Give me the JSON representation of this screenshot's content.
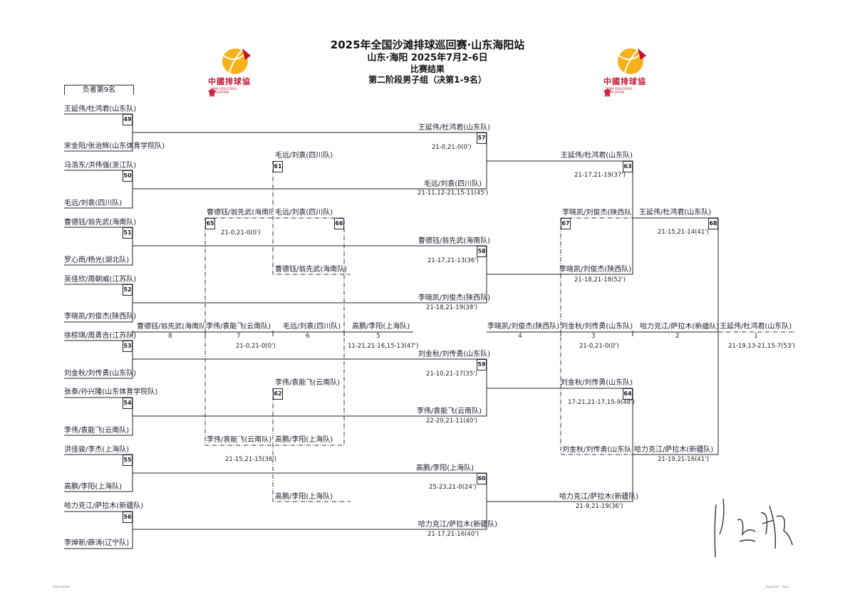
{
  "header": {
    "title": "2025年全国沙滩排球巡回赛·山东海阳站",
    "subtitle": "山东·海阳    2025年7月2-6日",
    "results": "比赛结果",
    "stage": "第二阶段男子组（决第1-9名）"
  },
  "logo": {
    "text": "中國排球協會",
    "sub": "CHINA VOLLEYBALL ASSOCIATION"
  },
  "bracket_label": "负者第9名",
  "round1": {
    "t49a": "王延伟/杜鸿君(山东队)",
    "t49b": "宋金阳/张治辉(山东体育学院队)",
    "t50a": "马浩东/洪伟强(浙江队)",
    "t50b": "毛远/刘袁(四川队)",
    "t51a": "曹德钰/翁先武(海南队)",
    "t51b": "罗心雨/杨光(湖北队)",
    "t52a": "吴佳欣/周朝威(江苏队)",
    "t52b": "李晓凯/刘俊杰(陕西队)",
    "t53a": "徐棕琪/周勇吉(江苏队)",
    "t53b": "刘金秋/刘传勇(山东队)",
    "t54a": "张泰/孙兴隆(山东体育学院队)",
    "t54b": "李伟/袁能飞(云南队)",
    "t55a": "洪佳骏/李杰(上海队)",
    "t55b": "高鹏/李阳(上海队)",
    "t56a": "哈力克江/萨拉木(新疆队)",
    "t56b": "李焯新/薛涛(辽宁队)"
  },
  "matches": {
    "m49": "49",
    "m50": "50",
    "m51": "51",
    "m52": "52",
    "m53": "53",
    "m54": "54",
    "m55": "55",
    "m56": "56",
    "m57": "57",
    "m58": "58",
    "m59": "59",
    "m60": "60",
    "m61": "61",
    "m62": "62",
    "m63": "63",
    "m64": "64",
    "m65": "65",
    "m66": "66",
    "m67": "67",
    "m68": "68"
  },
  "round2": {
    "w57": "王延伟/杜鸿君(山东队)",
    "s57": "21-0,21-0(0')",
    "w50": "毛远/刘袁(四川队)",
    "s50": "21-11,12-21,15-11(45')",
    "w58": "曹德钰/翁先武(海南队)",
    "s58": "21-17,21-13(36')",
    "w52": "李晓凯/刘俊杰(陕西队)",
    "s52": "21-18,21-19(38')",
    "w59": "刘金秋/刘传勇(山东队)",
    "s59": "21-10,21-17(35')",
    "w54": "李伟/袁能飞(云南队)",
    "s54": "22-20,21-11(40')",
    "w60": "高鹏/李阳(上海队)",
    "s60": "25-23,21-0(24')",
    "w56": "哈力克江/萨拉木(新疆队)",
    "s56": "21-17,21-16(40')"
  },
  "losers": {
    "l61a": "毛远/刘袁(四川队)",
    "l61b": "曹德钰/翁先武(海南队)",
    "l62a": "李伟/袁能飞(云南队)",
    "l62b": "高鹏/李阳(上海队)",
    "l65a": "曹德钰/翁先武(海南队)",
    "s65": "21-0,21-0(0')",
    "l66a": "毛远/刘袁(四川队)",
    "l65b": "李伟/袁能飞(云南队)",
    "l66b": "高鹏/李阳(上海队)",
    "s65b": "21-15,21-15(36')"
  },
  "winners": {
    "w63": "王延伟/杜鸿君(山东队)",
    "s63": "21-17,21-19(37')",
    "w67a": "李晓凯/刘俊杰(陕西队)",
    "w67b": "李晓凯/刘俊杰(陕西队)",
    "s67": "21-18,21-18(52')",
    "w68": "王延伟/杜鸿君(山东队)",
    "s68": "21-15,21-14(41')",
    "w64": "刘金秋/刘传勇(山东队)",
    "s64": "17-21,21-17,15-9(48')",
    "w64b": "刘金秋/刘传勇(山东队)",
    "w64c": "哈力克江/萨拉木(新疆队)",
    "s64b": "21-19,21-16(41')",
    "w60b": "哈力克江/萨拉木(新疆队)",
    "s60b": "21-9,21-19(36')"
  },
  "placement": {
    "p8": "曹德钰/翁先武(海南队)",
    "p7": "李伟/袁能飞(云南队)",
    "s7": "21-0,21-0(0')",
    "p6": "毛远/刘袁(四川队)",
    "p5": "高鹏/李阳(上海队)",
    "s5": "11-21,21-16,15-13(47')",
    "p4": "李晓凯/刘俊杰(陕西队)",
    "p3": "刘金秋/刘传勇(山东队)",
    "s3": "21-0,21-0(0')",
    "p2": "哈力克江/萨拉木(新疆队)",
    "p1": "王延伟/杜鸿君(山东队)",
    "s1": "21-19,13-21,15-7(53')",
    "r8": "8",
    "r7": "7",
    "r6": "6",
    "r5": "5",
    "r4": "4",
    "r3": "3",
    "r2": "2",
    "r1": "1"
  },
  "footer": {
    "left": "Data Builder",
    "right": "Signature · Seal"
  }
}
